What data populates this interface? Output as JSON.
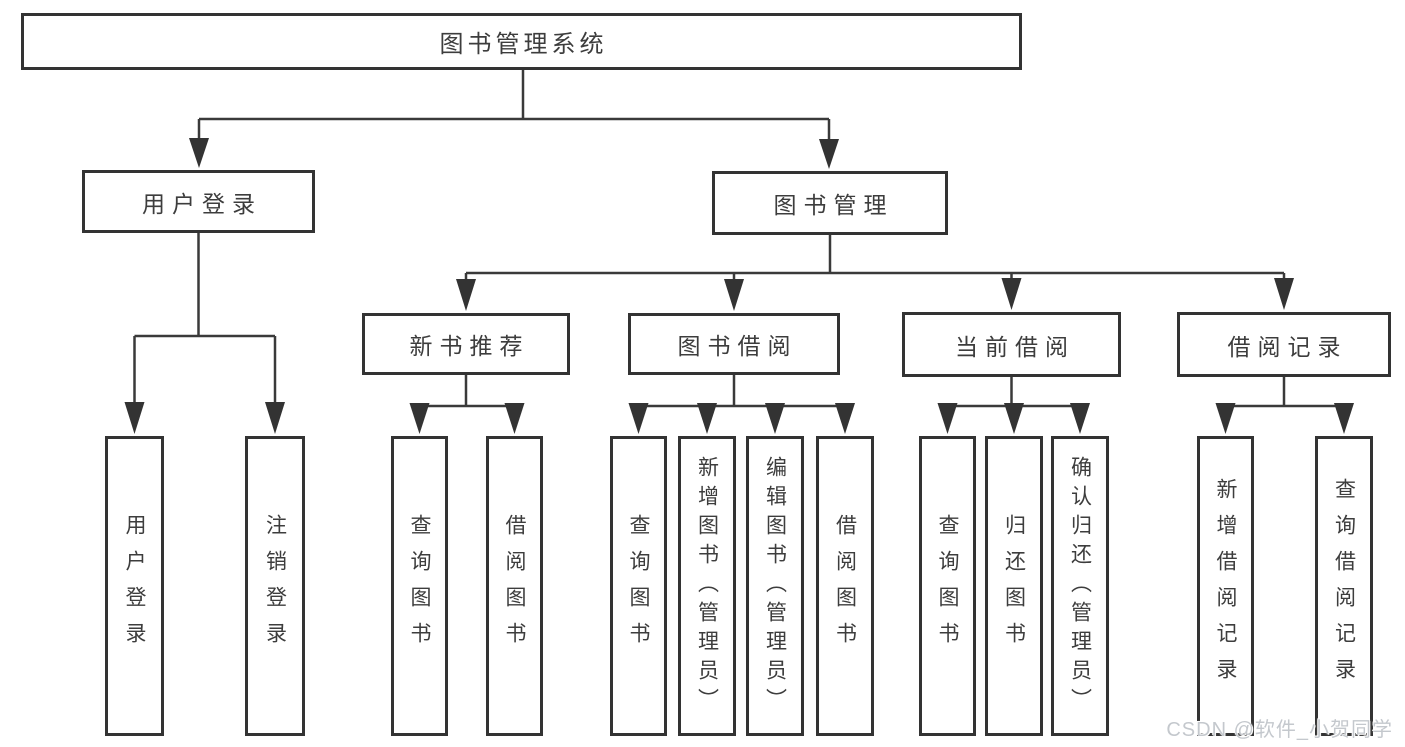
{
  "diagram": {
    "title": "图书管理系统",
    "tree": {
      "label": "图书管理系统",
      "children": [
        {
          "label": "用户登录",
          "children": [
            {
              "label": "用户登录"
            },
            {
              "label": "注销登录"
            }
          ]
        },
        {
          "label": "图书管理",
          "children": [
            {
              "label": "新书推荐",
              "children": [
                {
                  "label": "查询图书"
                },
                {
                  "label": "借阅图书"
                }
              ]
            },
            {
              "label": "图书借阅",
              "children": [
                {
                  "label": "查询图书"
                },
                {
                  "label": "新增图书（管理员）"
                },
                {
                  "label": "编辑图书（管理员）"
                },
                {
                  "label": "借阅图书"
                }
              ]
            },
            {
              "label": "当前借阅",
              "children": [
                {
                  "label": "查询图书"
                },
                {
                  "label": "归还图书"
                },
                {
                  "label": "确认归还（管理员）"
                }
              ]
            },
            {
              "label": "借阅记录",
              "children": [
                {
                  "label": "新增借阅记录"
                },
                {
                  "label": "查询借阅记录"
                }
              ]
            }
          ]
        }
      ]
    }
  },
  "watermark": {
    "text": "CSDN @软件_小贺同学"
  },
  "colors": {
    "line": "#3a3a3a",
    "box_border": "#333333",
    "text": "#3d3d3d",
    "watermark": "#c4c8cd",
    "background": "#ffffff"
  }
}
